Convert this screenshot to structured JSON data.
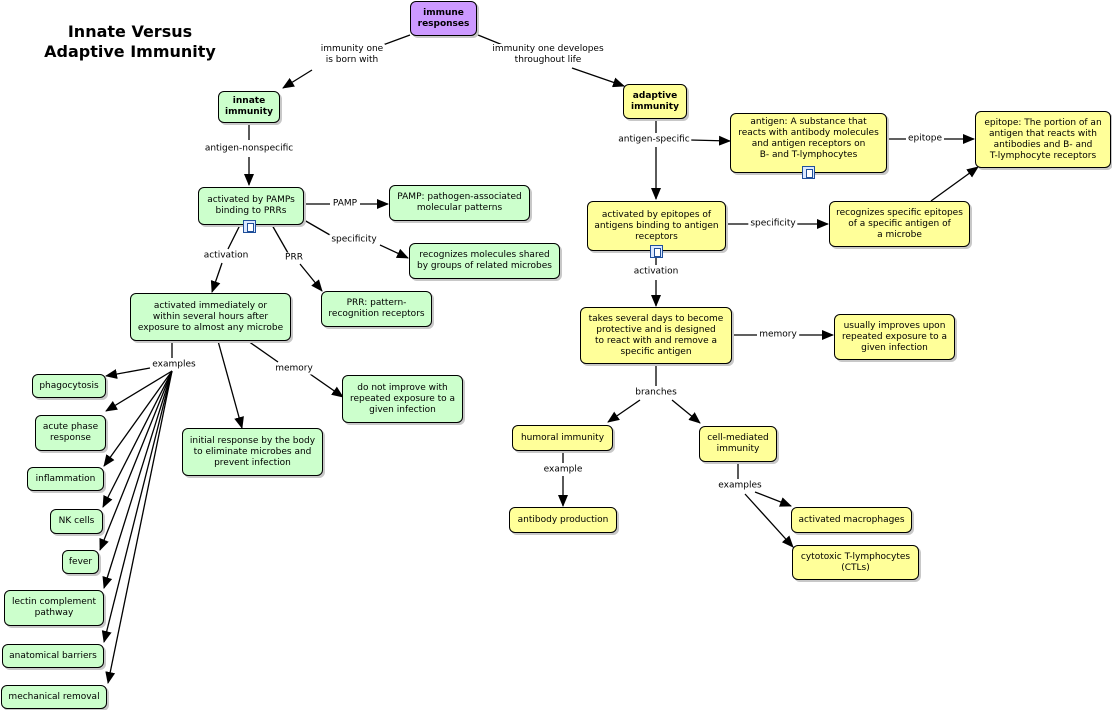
{
  "title": "Innate Versus\nAdaptive Immunity",
  "colors": {
    "innate": "#ccffcc",
    "adaptive": "#ffff99",
    "root": "#cc99ff"
  },
  "nodes": {
    "immune": "immune\nresponses",
    "innate": "innate\nimmunity",
    "adaptive": "adaptive\nimmunity",
    "pamps": "activated by PAMPs\nbinding to PRRs",
    "pamp_def": "PAMP: pathogen-associated\nmolecular patterns",
    "molecules": "recognizes molecules shared\nby groups of related microbes",
    "prr_def": "PRR: pattern-\nrecognition receptors",
    "immediately": "activated immediately or\nwithin several hours after\nexposure to almost any microbe",
    "no_improve": "do not improve with\nrepeated exposure to a\ngiven infection",
    "initial": "initial response by the body\nto eliminate microbes and\nprevent infection",
    "phago": "phagocytosis",
    "acute": "acute phase\nresponse",
    "inflam": "inflammation",
    "nk": "NK cells",
    "fever": "fever",
    "lectin": "lectin complement\npathway",
    "anat": "anatomical barriers",
    "mech": "mechanical removal",
    "antigen_def": "antigen: A substance that\nreacts with antibody molecules\nand antigen receptors on\nB- and T-lymphocytes",
    "epitope_def": "epitope: The portion of an\nantigen that reacts with\nantibodies and B- and\nT-lymphocyte receptors",
    "epitopes": "activated by epitopes of\nantigens binding to antigen\nreceptors",
    "specific": "recognizes specific epitopes\nof a specific antigen of\na microbe",
    "several_days": "takes several days to become\nprotective and is designed\nto react with and remove a\nspecific antigen",
    "improves": "usually improves upon\nrepeated exposure to a\ngiven infection",
    "humoral": "humoral immunity",
    "cell_med": "cell-mediated\nimmunity",
    "antibody": "antibody production",
    "macro": "activated macrophages",
    "ctl": "cytotoxic T-lymphocytes\n(CTLs)"
  },
  "links": {
    "born_with": "immunity one\nis born with",
    "develops": "immunity one developes\nthroughout life",
    "nonspecific": "antigen-nonspecific",
    "pamp": "PAMP",
    "specificity_innate": "specificity",
    "prr": "PRR",
    "activation_innate": "activation",
    "examples_innate": "examples",
    "memory_innate": "memory",
    "antigen_specific": "antigen-specific",
    "epitope": "epitope",
    "specificity_adaptive": "specificity",
    "activation_adaptive": "activation",
    "memory_adaptive": "memory",
    "branches": "branches",
    "example": "example",
    "examples_adaptive": "examples"
  }
}
